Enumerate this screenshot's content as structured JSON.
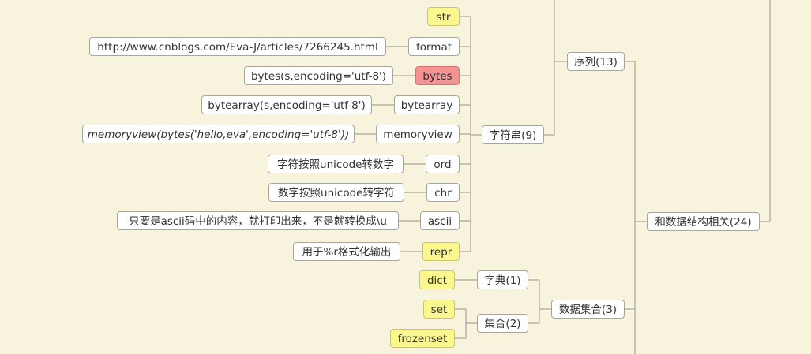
{
  "nodes": {
    "str": "str",
    "format": "format",
    "format_url": "http://www.cnblogs.com/Eva-J/articles/7266245.html",
    "bytes": "bytes",
    "bytes_desc": "bytes(s,encoding='utf-8')",
    "bytearray": "bytearray",
    "bytearray_desc": "bytearray(s,encoding='utf-8')",
    "memoryview": "memoryview",
    "memoryview_desc": "memoryview(bytes('hello,eva',encoding='utf-8'))",
    "ord": "ord",
    "ord_desc": "字符按照unicode转数字",
    "chr": "chr",
    "chr_desc": "数字按照unicode转字符",
    "ascii": "ascii",
    "ascii_desc": "只要是ascii码中的内容，就打印出来，不是就转换成\\u",
    "repr": "repr",
    "repr_desc": "用于%r格式化输出",
    "string": "字符串(9)",
    "sequence": "序列(13)",
    "data_structure": "和数据结构相关(24)",
    "dict": "dict",
    "dict_group": "字典(1)",
    "set": "set",
    "frozenset": "frozenset",
    "set_group": "集合(2)",
    "collection": "数据集合(3)"
  },
  "colors": {
    "background": "#f8f3dc",
    "highlight_yellow": "#fbf78f",
    "highlight_pink": "#f39393",
    "line": "#a8a49a"
  }
}
